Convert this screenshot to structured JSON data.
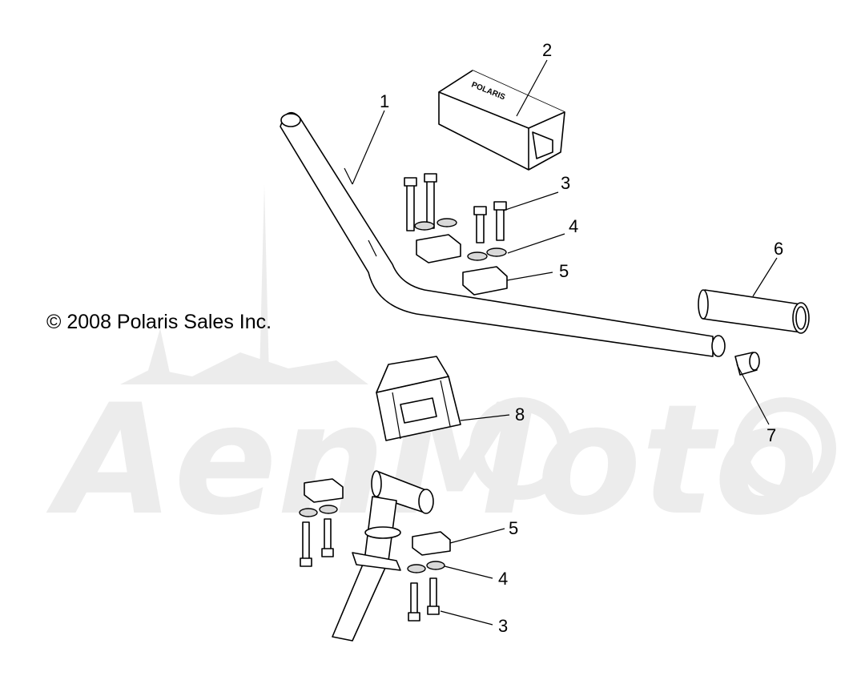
{
  "copyright": "© 2008 Polaris Sales Inc.",
  "watermark": "AenMoto",
  "callouts": [
    "1",
    "2",
    "3",
    "4",
    "5",
    "6",
    "7",
    "8",
    "5",
    "4",
    "3"
  ],
  "pad_logo_text": "POLARIS",
  "colors": {
    "line": "#000000",
    "watermark": "#ececec",
    "background": "#ffffff"
  }
}
